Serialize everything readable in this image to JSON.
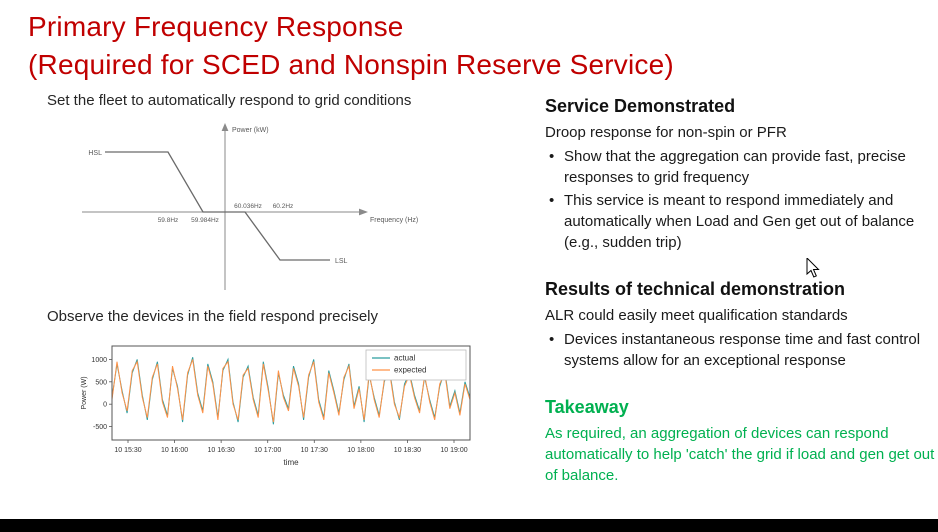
{
  "title": {
    "line1": "Primary Frequency Response",
    "line2": "(Required for SCED and Nonspin Reserve Service)"
  },
  "left": {
    "caption1": "Set the fleet to automatically respond to grid conditions",
    "caption2": "Observe the devices in the field respond precisely"
  },
  "droop_diagram": {
    "power_axis_label": "Power (kW)",
    "frequency_axis_label": "Frequency (Hz)",
    "hsl_label": "HSL",
    "lsl_label": "LSL",
    "freq_ticks": [
      "59.8Hz",
      "59.984Hz",
      "60.036Hz",
      "60.2Hz"
    ]
  },
  "right": {
    "sections": [
      {
        "heading": "Service Demonstrated",
        "intro": "Droop response for non-spin or PFR",
        "bullets": [
          "Show that the aggregation can provide fast, precise responses to grid frequency",
          "This service is meant to respond immediately and automatically when Load and Gen get out of balance (e.g., sudden trip)"
        ]
      },
      {
        "heading": "Results of technical demonstration",
        "intro": "ALR could easily meet qualification standards",
        "bullets": [
          "Devices instantaneous response time and fast control systems allow for an exceptional  response"
        ]
      }
    ],
    "takeaway": {
      "heading": "Takeaway",
      "text": "As required, an aggregation of devices can respond automatically to help 'catch' the grid if load and gen get out of balance."
    }
  },
  "colors": {
    "title_red": "#C00000",
    "takeaway_green": "#00B050",
    "actual": "#2a9d9f",
    "expected": "#ff9248"
  },
  "chart_data": [
    {
      "type": "line",
      "title": "Droop response curve",
      "xlabel": "Frequency (Hz)",
      "ylabel": "Power (kW)",
      "annotations": [
        "HSL",
        "LSL"
      ],
      "x_ticks": [
        "59.8Hz",
        "59.984Hz",
        "60.036Hz",
        "60.2Hz"
      ],
      "series": [
        {
          "name": "droop",
          "x": [
            "<59.8",
            "59.8",
            "59.984",
            "60.036",
            "60.2",
            ">60.2"
          ],
          "y": [
            "HSL",
            "HSL",
            "0",
            "0",
            "LSL",
            "LSL"
          ]
        }
      ],
      "grid": false,
      "legend_position": "none"
    },
    {
      "type": "line",
      "title": "",
      "xlabel": "time",
      "ylabel": "Power (W)",
      "ylim": [
        -800,
        1300
      ],
      "y_ticks": [
        1000,
        500,
        0,
        -500
      ],
      "x_tick_labels": [
        "10 15:30",
        "10 16:00",
        "10 16:30",
        "10 17:00",
        "10 17:30",
        "10 18:00",
        "10 18:30",
        "10 19:00"
      ],
      "legend": [
        "actual",
        "expected"
      ],
      "legend_position": "upper right",
      "grid": false,
      "series": [
        {
          "name": "actual",
          "color": "#2a9d9f",
          "values": [
            150,
            900,
            300,
            -200,
            700,
            1000,
            200,
            -350,
            550,
            950,
            100,
            -250,
            800,
            400,
            -400,
            650,
            1050,
            250,
            -150,
            900,
            500,
            -300,
            750,
            1000,
            50,
            -400,
            600,
            850,
            150,
            -250,
            950,
            350,
            -450,
            700,
            200,
            -100,
            850,
            450,
            -350,
            600,
            1000,
            100,
            -300,
            750,
            300,
            -200,
            550,
            900,
            -50,
            400,
            -400,
            650,
            150,
            -250,
            500,
            800,
            50,
            -350,
            450,
            700,
            200,
            -150,
            600,
            100,
            -300,
            400,
            750,
            -50,
            300,
            -200,
            500,
            150
          ]
        },
        {
          "name": "expected",
          "color": "#ff9248",
          "values": [
            100,
            950,
            250,
            -150,
            750,
            950,
            150,
            -300,
            600,
            900,
            50,
            -300,
            850,
            350,
            -350,
            700,
            1000,
            200,
            -200,
            850,
            450,
            -350,
            800,
            950,
            0,
            -350,
            650,
            800,
            100,
            -300,
            900,
            300,
            -400,
            750,
            150,
            -150,
            800,
            400,
            -300,
            650,
            950,
            50,
            -350,
            700,
            250,
            -250,
            600,
            850,
            -100,
            350,
            -350,
            700,
            100,
            -300,
            550,
            750,
            0,
            -300,
            400,
            650,
            150,
            -200,
            650,
            50,
            -350,
            450,
            700,
            -100,
            250,
            -250,
            450,
            100
          ]
        }
      ]
    }
  ]
}
